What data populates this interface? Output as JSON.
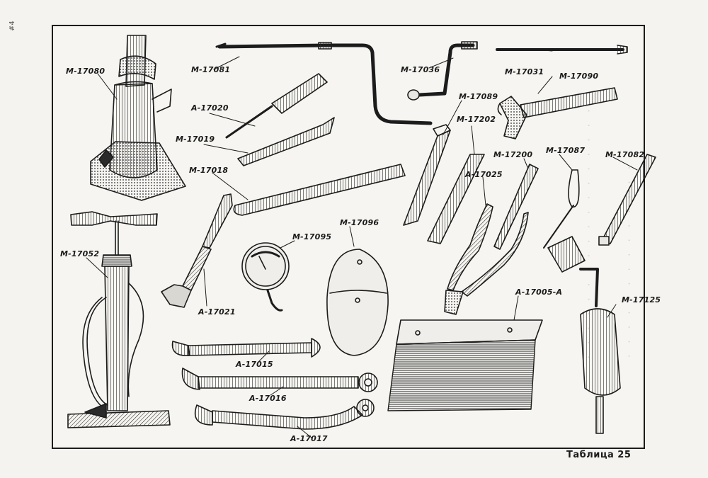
{
  "page": {
    "caption": "Таблица 25",
    "margin_mark": "#4"
  },
  "parts": {
    "jack": "M-17080",
    "crank_handle": "M-17081",
    "wheel_brace": "M-17036",
    "rod": "M-17031",
    "hammer": "M-17090",
    "screwdriver": "A-17020",
    "tire_lever": "M-17019",
    "long_tire_lever": "M-17018",
    "adjustable_wrench": "A-17021",
    "gauge": "M-17095",
    "pouch": "M-17096",
    "socket_wrench": "M-17089",
    "punch": "M-17202",
    "drift": "M-17200",
    "pliers": "A-17025",
    "loop_tool": "M-17087",
    "drift_rod": "M-17082",
    "pump": "M-17052",
    "grease_gun": "M-17125",
    "scraper": "A-17005-A",
    "open_wrench": "A-17015",
    "combination_wrench": "A-17016",
    "bent_wrench": "A-17017"
  }
}
